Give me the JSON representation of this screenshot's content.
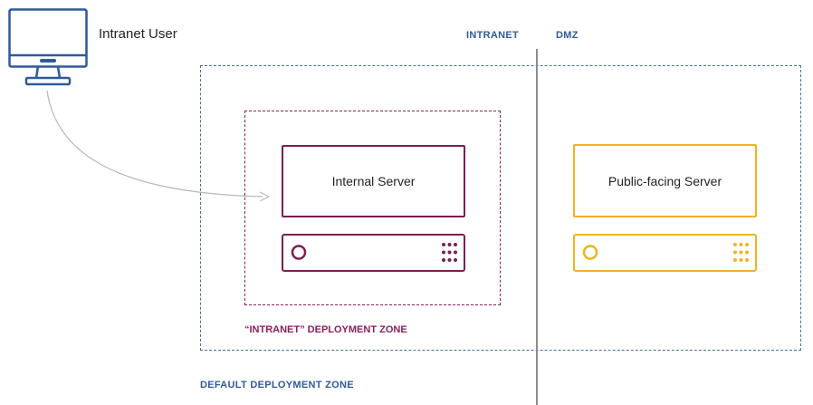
{
  "user": {
    "label": "Intranet User",
    "icon": "desktop-monitor-icon"
  },
  "regions": {
    "intranet_label": "INTRANET",
    "dmz_label": "DMZ"
  },
  "zones": {
    "default_label": "DEFAULT DEPLOYMENT ZONE",
    "intranet_label": "“INTRANET” DEPLOYMENT ZONE"
  },
  "servers": {
    "internal": {
      "label": "Internal Server",
      "icon": "server-rack-icon"
    },
    "public": {
      "label": "Public-facing Server",
      "icon": "server-rack-icon"
    }
  },
  "colors": {
    "navy": "#2f5a9a",
    "zone_blue": "#4a6e9e",
    "intranet_maroon": "#7a1f52",
    "dmz_yellow": "#f0b320",
    "divider_gray": "#8c8c8c",
    "connector_gray": "#b8b8b8",
    "monitor_blue": "#2f5a9a"
  }
}
